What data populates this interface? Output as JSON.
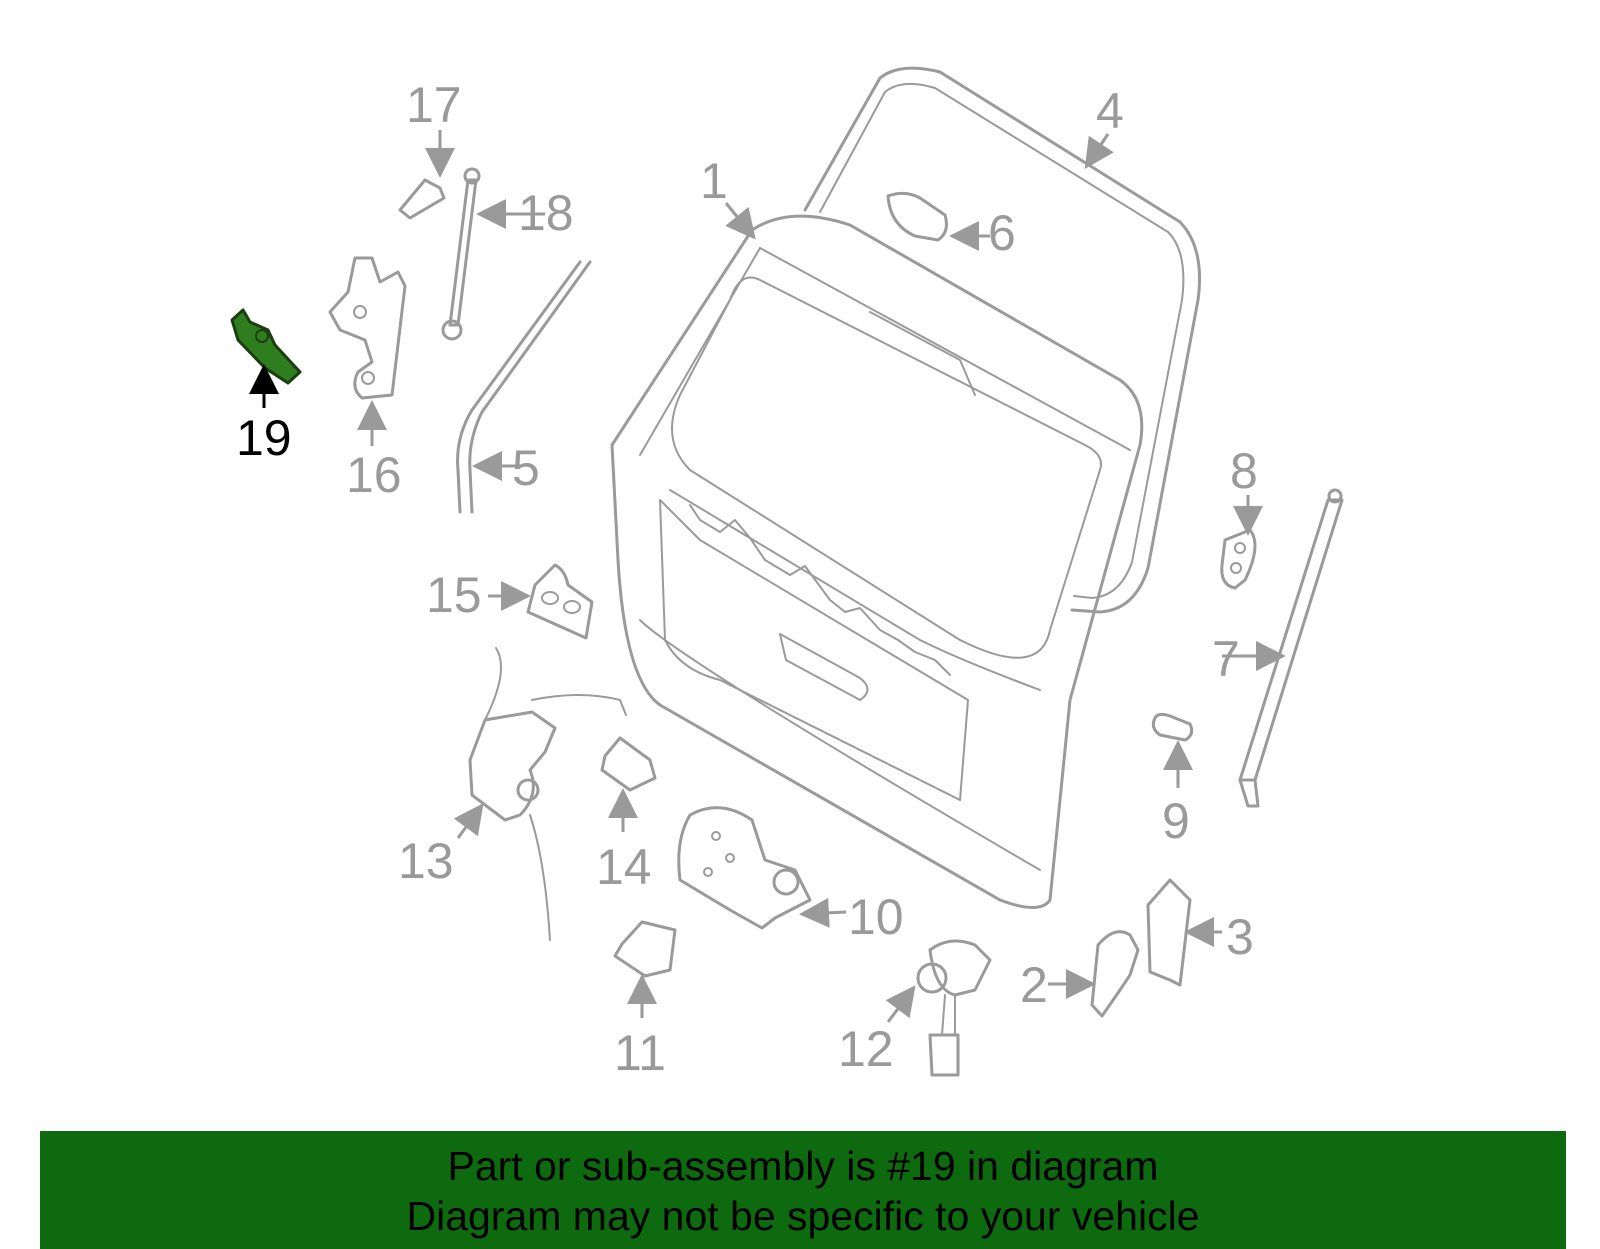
{
  "diagram": {
    "highlighted_part": "19",
    "callouts": [
      "1",
      "2",
      "3",
      "4",
      "5",
      "6",
      "7",
      "8",
      "9",
      "10",
      "11",
      "12",
      "13",
      "14",
      "15",
      "16",
      "17",
      "18",
      "19"
    ],
    "colors": {
      "line": "#9a9a9a",
      "highlight_fill": "#2e7d1e",
      "highlight_label": "#000000",
      "banner_background": "#0e6a0e"
    }
  },
  "banner": {
    "line1": "Part or sub-assembly is #19 in diagram",
    "line2": "Diagram may not be specific to your vehicle"
  }
}
